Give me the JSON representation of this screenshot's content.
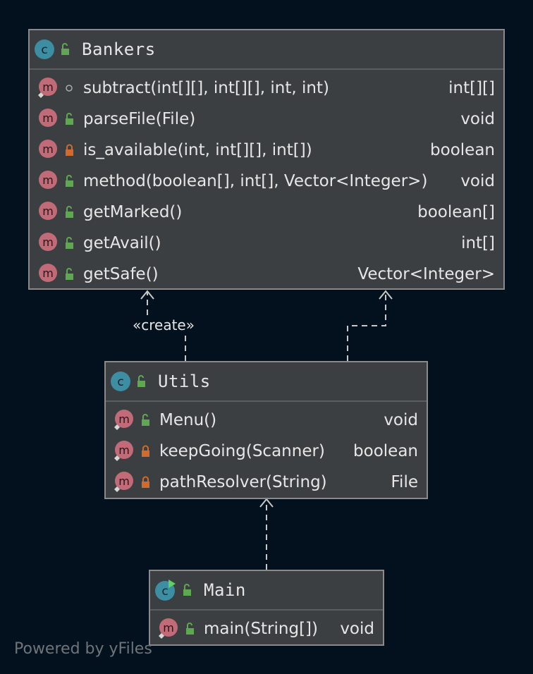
{
  "diagram": {
    "classes": {
      "bankers": {
        "name": "Bankers",
        "methods": [
          {
            "signature": "subtract(int[][], int[][], int, int)",
            "return_type": "int[][]",
            "visibility": "package"
          },
          {
            "signature": "parseFile(File)",
            "return_type": "void",
            "visibility": "public"
          },
          {
            "signature": "is_available(int, int[][], int[])",
            "return_type": "boolean",
            "visibility": "private"
          },
          {
            "signature": "method(boolean[], int[], Vector<Integer>)",
            "return_type": "void",
            "visibility": "public"
          },
          {
            "signature": "getMarked()",
            "return_type": "boolean[]",
            "visibility": "public"
          },
          {
            "signature": "getAvail()",
            "return_type": "int[]",
            "visibility": "public"
          },
          {
            "signature": "getSafe()",
            "return_type": "Vector<Integer>",
            "visibility": "public"
          }
        ]
      },
      "utils": {
        "name": "Utils",
        "methods": [
          {
            "signature": "Menu()",
            "return_type": "void",
            "visibility": "public"
          },
          {
            "signature": "keepGoing(Scanner)",
            "return_type": "boolean",
            "visibility": "private"
          },
          {
            "signature": "pathResolver(String)",
            "return_type": "File",
            "visibility": "private"
          }
        ]
      },
      "main": {
        "name": "Main",
        "methods": [
          {
            "signature": "main(String[])",
            "return_type": "void",
            "visibility": "public"
          }
        ]
      }
    },
    "edges": [
      {
        "from": "Utils",
        "to": "Bankers",
        "label": "«create»"
      },
      {
        "from": "Utils",
        "to": "Bankers",
        "label": ""
      },
      {
        "from": "Main",
        "to": "Utils",
        "label": ""
      }
    ],
    "watermark": "Powered by yFiles"
  },
  "icons": {
    "class": "class-icon",
    "main_class": "runnable-class-icon",
    "method": "method-icon",
    "public": "unlocked-icon",
    "private": "locked-icon",
    "package": "package-dot-icon"
  },
  "colors": {
    "background": "#02111d",
    "node_fill": "#3c3f41",
    "class_icon": "#3d8ea3",
    "method_icon": "#c26b78",
    "public": "#5fa852",
    "private": "#d26a2b",
    "edge": "#c8c8c8"
  }
}
